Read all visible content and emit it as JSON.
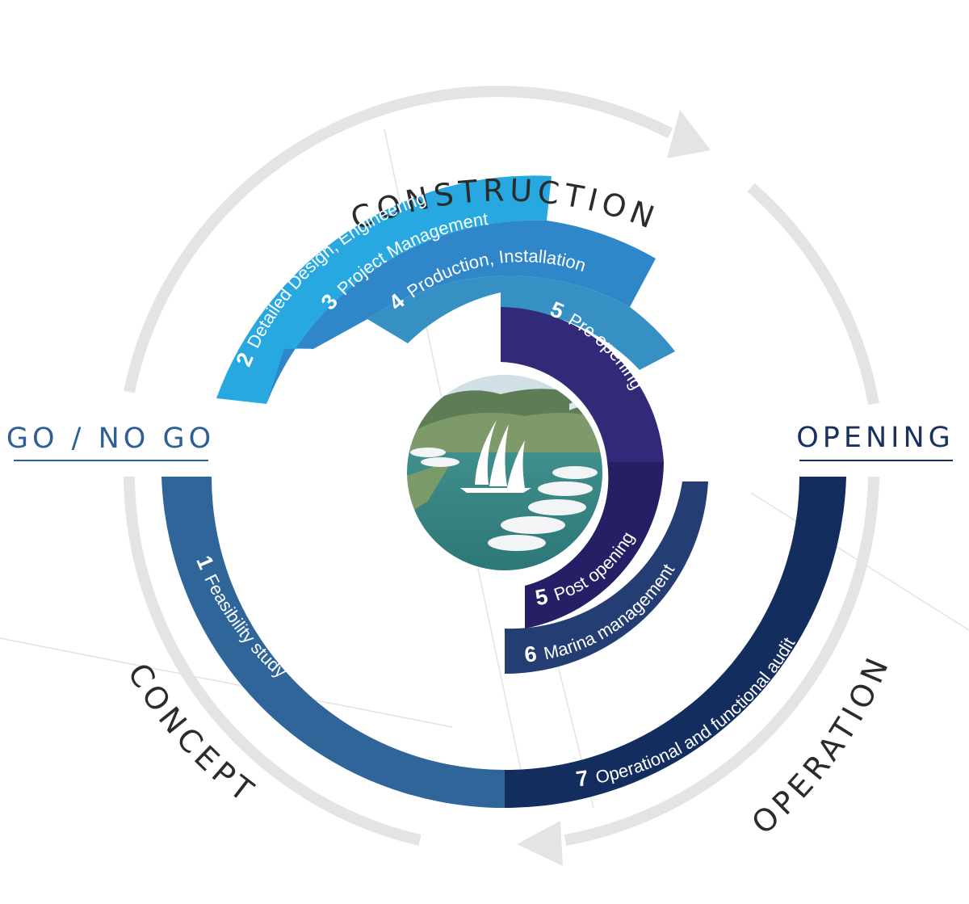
{
  "phases": {
    "construction": "CONSTRUCTION",
    "concept": "CONCEPT",
    "operation": "OPERATION"
  },
  "milestones": {
    "go_no_go": "GO / NO GO",
    "opening": "OPENING"
  },
  "steps": [
    {
      "num": "1",
      "label": "Feasibility study",
      "color": "#2f6599"
    },
    {
      "num": "2",
      "label": "Detailed Design, Engineering",
      "color": "#27a8e0"
    },
    {
      "num": "3",
      "label": "Project Management",
      "color": "#2f86c9"
    },
    {
      "num": "4",
      "label": "Production, Installation",
      "color": "#3690c4"
    },
    {
      "num": "5",
      "label": "Pre opening",
      "color": "#312a79"
    },
    {
      "num": "5",
      "label": "Post opening",
      "color": "#251f66"
    },
    {
      "num": "6",
      "label": "Marina management",
      "color": "#243e73"
    },
    {
      "num": "7",
      "label": "Operational and functional audit",
      "color": "#142d5f"
    }
  ],
  "colors": {
    "cycle_ring": "#e4e4e4",
    "go_no_go_text": "#2e5f95",
    "opening_text": "#18315f"
  }
}
